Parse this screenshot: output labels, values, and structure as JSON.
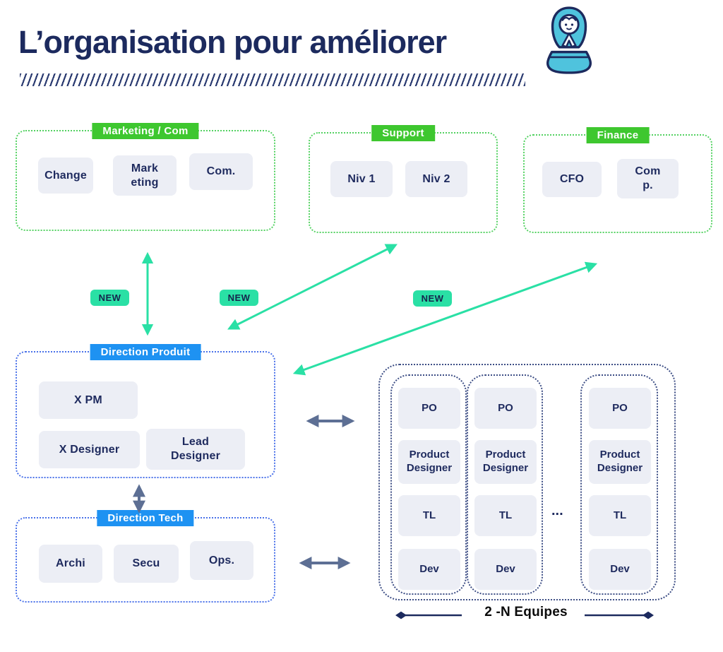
{
  "title": "L’organisation pour améliorer",
  "icons": {
    "header": "matryoshka-icon"
  },
  "colors": {
    "navy_text": "#1e2a5e",
    "title_navy": "#1c2a5e",
    "green_header": "#3ec72f",
    "green_dotted_border": "#55d263",
    "blue_header": "#1e92f2",
    "blue_dotted_border": "#4b72e9",
    "teal_accent": "#2ae0a5",
    "slate_arrow": "#5d6f94",
    "team_dotted_border": "#3d4e85",
    "member_box_bg": "#eceef5",
    "icon_cyan": "#4fc3dd"
  },
  "badges": [
    "NEW",
    "NEW",
    "NEW"
  ],
  "groups": {
    "marketing": {
      "title": "Marketing / Com",
      "members": [
        "Change",
        "Mark\neting",
        "Com."
      ]
    },
    "support": {
      "title": "Support",
      "members": [
        "Niv 1",
        "Niv 2"
      ]
    },
    "finance": {
      "title": "Finance",
      "members": [
        "CFO",
        "Com\np."
      ]
    },
    "produit": {
      "title": "Direction Produit",
      "members": [
        "X PM",
        "X Designer",
        "Lead\nDesigner"
      ]
    },
    "tech": {
      "title": "Direction Tech",
      "members": [
        "Archi",
        "Secu",
        "Ops."
      ]
    }
  },
  "teams": {
    "columns": [
      {
        "members": [
          "PO",
          "Product\nDesigner",
          "TL",
          "Dev"
        ]
      },
      {
        "members": [
          "PO",
          "Product\nDesigner",
          "TL",
          "Dev"
        ]
      },
      {
        "members": [
          "PO",
          "Product\nDesigner",
          "TL",
          "Dev"
        ]
      }
    ],
    "ellipsis": "...",
    "footer": "2 -N Equipes"
  }
}
